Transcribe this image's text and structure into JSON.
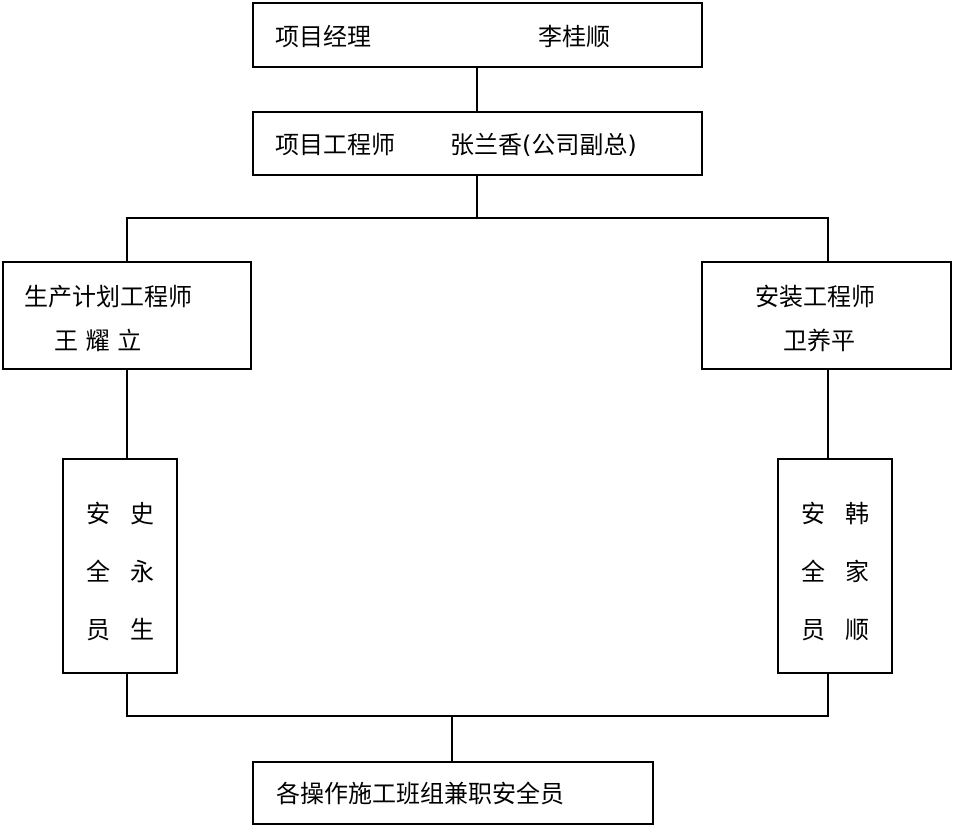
{
  "org_chart": {
    "project_manager": {
      "role": "项目经理",
      "name": "李桂顺"
    },
    "project_engineer": {
      "role": "项目工程师",
      "name": "张兰香(公司副总)"
    },
    "production_planning_engineer": {
      "role": "生产计划工程师",
      "name": "王 耀 立"
    },
    "installation_engineer": {
      "role": "安装工程师",
      "name": "卫养平"
    },
    "safety_officer_left": {
      "role_chars": [
        "安",
        "全",
        "员"
      ],
      "name_chars": [
        "史",
        "永",
        "生"
      ]
    },
    "safety_officer_right": {
      "role_chars": [
        "安",
        "全",
        "员"
      ],
      "name_chars": [
        "韩",
        "家",
        "顺"
      ]
    },
    "team_safety": {
      "label": "各操作施工班组兼职安全员"
    }
  },
  "colors": {
    "border": "#000000",
    "background": "#ffffff",
    "text": "#000000"
  }
}
